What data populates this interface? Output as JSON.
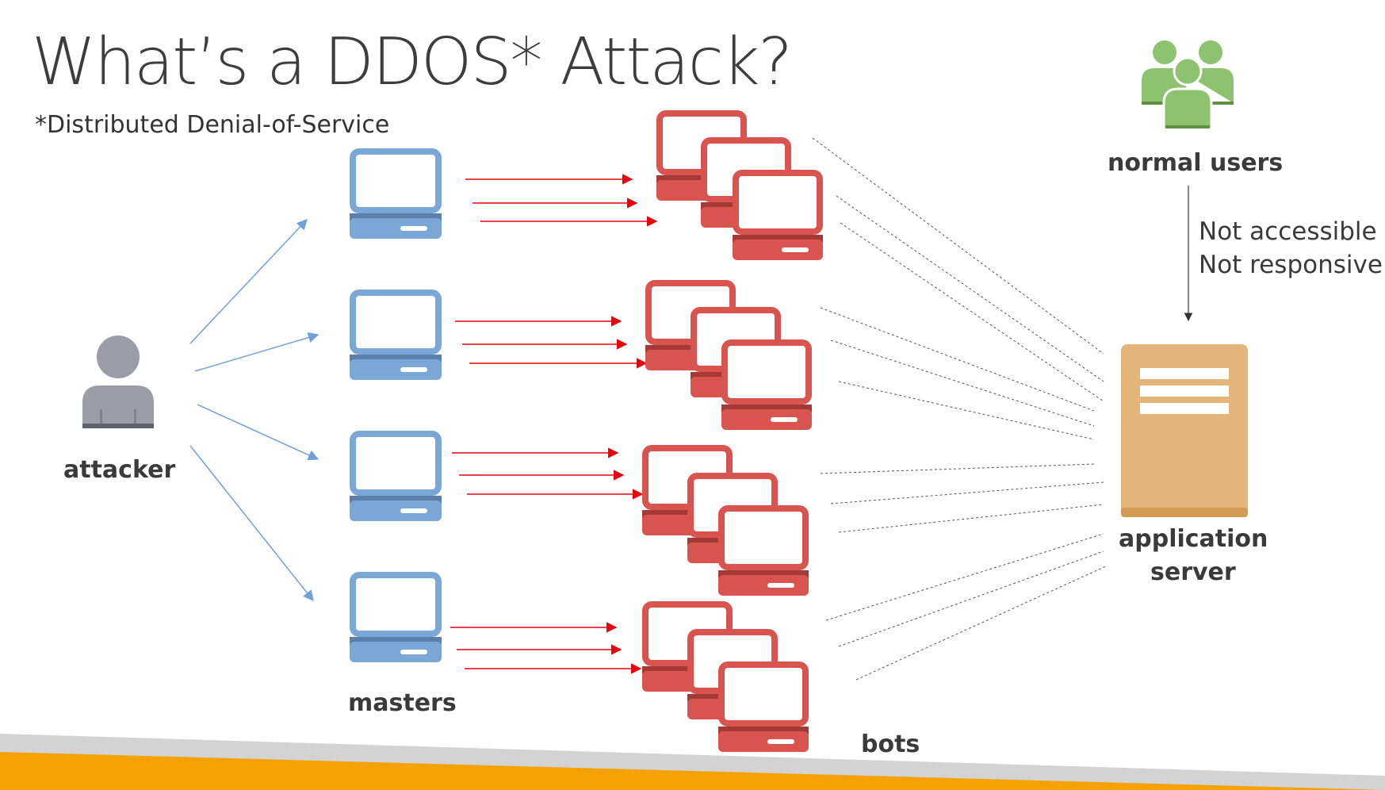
{
  "title": "What’s a DDOS* Attack?",
  "subtitle": "*Distributed Denial-of-Service",
  "nodes": {
    "attacker": {
      "label": "attacker",
      "icon": "person-icon",
      "color": "#9a9ca8"
    },
    "masters": {
      "label": "masters",
      "icon": "laptop-icon",
      "color": "#7ba7d7",
      "count": 4
    },
    "bots": {
      "label": "bots",
      "icon": "laptop-icon",
      "color": "#d9534f",
      "groups": 4,
      "per_group": 3
    },
    "normal_users": {
      "label": "normal users",
      "icon": "users-group-icon",
      "color": "#8dc26f"
    },
    "server": {
      "label": "application server",
      "label_lines": [
        "application",
        "server"
      ],
      "icon": "server-icon",
      "color": "#e3b57a"
    }
  },
  "status_notes": [
    "Not accessible",
    "Not responsive"
  ],
  "colors": {
    "attack_arrow": "#e8000b",
    "control_arrow": "#6fa0d8",
    "traffic_line": "#555555",
    "footer_band": "#f5a100",
    "footer_stripe": "#d3d3d3"
  }
}
